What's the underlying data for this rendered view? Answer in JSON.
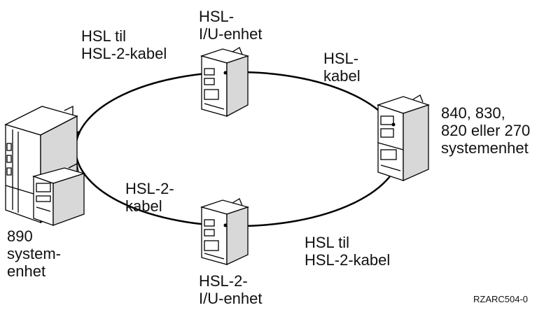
{
  "labels": {
    "hsl_to_hsl2_cable_top": [
      "HSL til",
      "HSL-2-kabel"
    ],
    "hsl_io_unit": [
      "HSL-",
      "I/U-enhet"
    ],
    "hsl_cable": [
      "HSL-",
      "kabel"
    ],
    "system_unit_840": [
      "840, 830,",
      "820 eller 270",
      "systemenhet"
    ],
    "hsl2_cable": [
      "HSL-2-",
      "kabel"
    ],
    "system_unit_890": [
      "890",
      "system-",
      "enhet"
    ],
    "hsl_to_hsl2_cable_bottom": [
      "HSL til",
      "HSL-2-kabel"
    ],
    "hsl2_io_unit": [
      "HSL-2-",
      "I/U-enhet"
    ]
  },
  "figure_code": "RZARC504-0",
  "colors": {
    "line": "#000000",
    "unit_fill": "#ffffff",
    "shade": "#d8d8d8"
  }
}
